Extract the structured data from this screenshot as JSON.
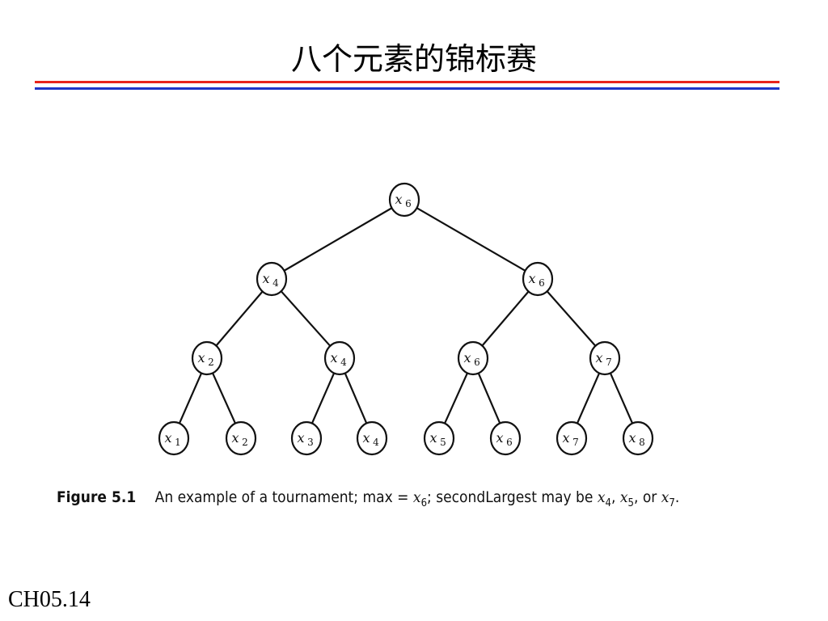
{
  "slide": {
    "title": "八个元素的锦标赛",
    "footer_code": "CH05.14",
    "rule_colors": {
      "top": "#e8231c",
      "bottom": "#1f35c8"
    }
  },
  "tree": {
    "nodes": [
      {
        "id": "root",
        "level": 0,
        "var": "x",
        "sub": "6"
      },
      {
        "id": "l1a",
        "level": 1,
        "var": "x",
        "sub": "4"
      },
      {
        "id": "l1b",
        "level": 1,
        "var": "x",
        "sub": "6"
      },
      {
        "id": "l2a",
        "level": 2,
        "var": "x",
        "sub": "2"
      },
      {
        "id": "l2b",
        "level": 2,
        "var": "x",
        "sub": "4"
      },
      {
        "id": "l2c",
        "level": 2,
        "var": "x",
        "sub": "6"
      },
      {
        "id": "l2d",
        "level": 2,
        "var": "x",
        "sub": "7"
      },
      {
        "id": "leaf1",
        "level": 3,
        "var": "x",
        "sub": "1"
      },
      {
        "id": "leaf2",
        "level": 3,
        "var": "x",
        "sub": "2"
      },
      {
        "id": "leaf3",
        "level": 3,
        "var": "x",
        "sub": "3"
      },
      {
        "id": "leaf4",
        "level": 3,
        "var": "x",
        "sub": "4"
      },
      {
        "id": "leaf5",
        "level": 3,
        "var": "x",
        "sub": "5"
      },
      {
        "id": "leaf6",
        "level": 3,
        "var": "x",
        "sub": "6"
      },
      {
        "id": "leaf7",
        "level": 3,
        "var": "x",
        "sub": "7"
      },
      {
        "id": "leaf8",
        "level": 3,
        "var": "x",
        "sub": "8"
      }
    ],
    "edges": [
      [
        "root",
        "l1a"
      ],
      [
        "root",
        "l1b"
      ],
      [
        "l1a",
        "l2a"
      ],
      [
        "l1a",
        "l2b"
      ],
      [
        "l1b",
        "l2c"
      ],
      [
        "l1b",
        "l2d"
      ],
      [
        "l2a",
        "leaf1"
      ],
      [
        "l2a",
        "leaf2"
      ],
      [
        "l2b",
        "leaf3"
      ],
      [
        "l2b",
        "leaf4"
      ],
      [
        "l2c",
        "leaf5"
      ],
      [
        "l2c",
        "leaf6"
      ],
      [
        "l2d",
        "leaf7"
      ],
      [
        "l2d",
        "leaf8"
      ]
    ]
  },
  "caption": {
    "figure_label": "Figure 5.1",
    "text_1": "An example of a tournament; max = ",
    "max_var": "x",
    "max_sub": "6",
    "text_2": "; secondLargest may be ",
    "c1_var": "x",
    "c1_sub": "4",
    "sep_1": ", ",
    "c2_var": "x",
    "c2_sub": "5",
    "sep_2": ", or ",
    "c3_var": "x",
    "c3_sub": "7",
    "end": "."
  }
}
